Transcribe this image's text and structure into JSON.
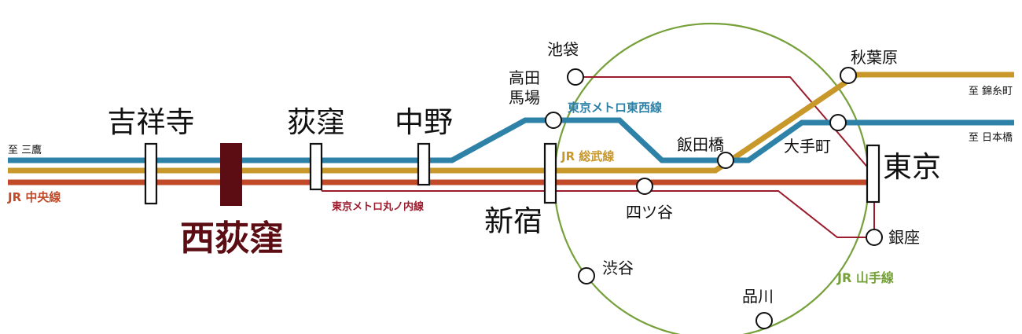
{
  "colors": {
    "tozai": "#2e82a8",
    "sobu": "#c9982a",
    "chuo": "#c14a28",
    "marunouchi": "#9b1c2c",
    "yamanote": "#76a03a",
    "highlight": "#5c0d14",
    "ink": "#111111"
  },
  "lines": {
    "tozai": "東京メトロ東西線",
    "sobu": "JR 総武線",
    "chuo": "JR 中央線",
    "marunouchi": "東京メトロ丸ノ内線",
    "yamanote": "JR 山手線"
  },
  "directions": {
    "mitaka": "至 三鷹",
    "kinshicho": "至 錦糸町",
    "nihonbashi": "至 日本橋"
  },
  "stations": {
    "kichijoji": "吉祥寺",
    "nishiogikubo": "西荻窪",
    "ogikubo": "荻窪",
    "nakano": "中野",
    "shinjuku": "新宿",
    "takadanobaba_1": "高田",
    "takadanobaba_2": "馬場",
    "ikebukuro": "池袋",
    "iidabashi": "飯田橋",
    "yotsuya": "四ツ谷",
    "akihabara": "秋葉原",
    "otemachi": "大手町",
    "tokyo": "東京",
    "ginza": "銀座",
    "shibuya": "渋谷",
    "shinagawa": "品川"
  }
}
